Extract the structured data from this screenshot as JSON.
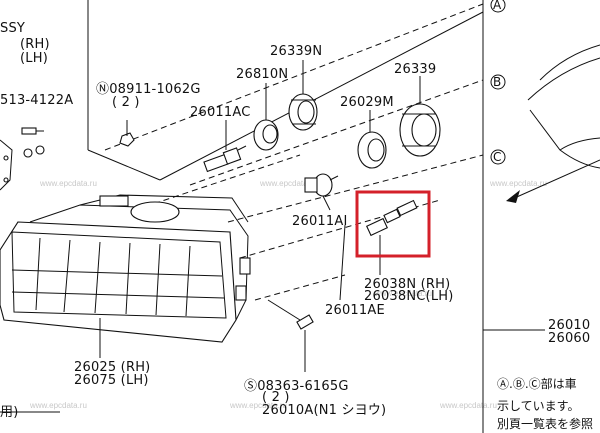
{
  "watermark": "www.epcdata.ru",
  "highlight_color": "#d4202a",
  "callouts": [
    "A",
    "B",
    "C"
  ],
  "labels": {
    "assy": "SSY",
    "rh": "(RH)",
    "lh": "(LH)",
    "bolt_left": "513-4122A",
    "n_bolt": "Ⓝ08911-1062G",
    "n_bolt_qty": "( 2 )",
    "p26011ac": "26011AC",
    "p26810n": "26810N",
    "p26339n": "26339N",
    "p26339": "26339",
    "p26029m": "26029M",
    "p26011ai": "26011AI",
    "p26038n": "26038N (RH)",
    "p26038nc": "26038NC(LH)",
    "p26011ae": "26011AE",
    "p26025": "26025 (RH)",
    "p26075": "26075 (LH)",
    "s_bolt": "Ⓢ08363-6165G",
    "s_bolt_qty": "( 2 )",
    "p26010a": "26010A(N1 シヨウ)",
    "p26010": "26010",
    "p26060": "26060",
    "note_line1": "Ⓐ.Ⓑ.Ⓒ部は車",
    "note_line2": "示しています。",
    "note_line3": "別頁一覧表を参照",
    "corner_bl": "用)"
  }
}
